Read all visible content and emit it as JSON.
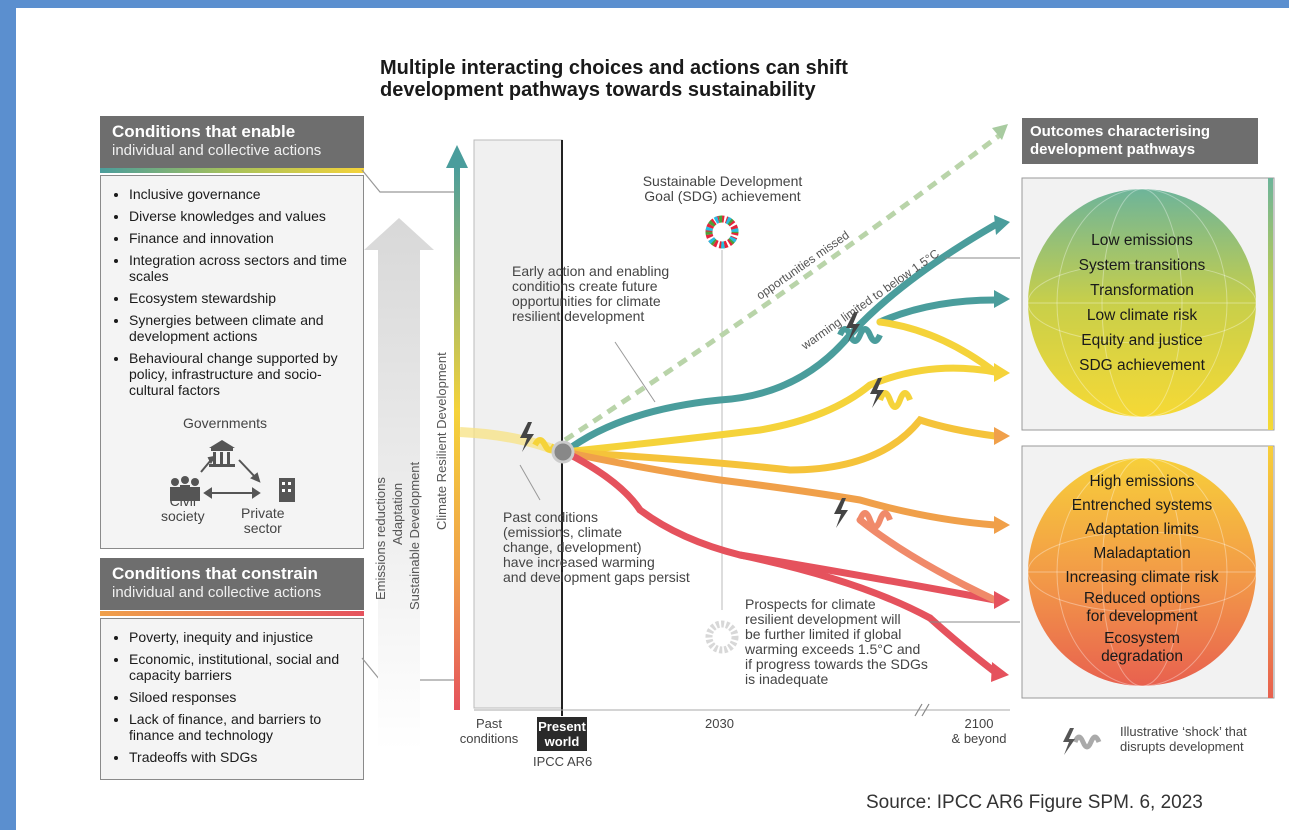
{
  "title_lines": [
    "Multiple interacting choices and actions can shift",
    "development pathways towards sustainability"
  ],
  "enable": {
    "heading": "Conditions that enable",
    "subheading": "individual and collective actions",
    "items": [
      "Inclusive governance",
      "Diverse knowledges and values",
      "Finance and innovation",
      "Integration across sectors and time scales",
      "Ecosystem stewardship",
      "Synergies between climate and development actions",
      "Behavioural change supported by policy, infrastructure and socio-cultural factors"
    ],
    "actors": {
      "top": "Governments",
      "left_line1": "Civil",
      "left_line2": "society",
      "right_line1": "Private",
      "right_line2": "sector"
    }
  },
  "constrain": {
    "heading": "Conditions that constrain",
    "subheading": "individual and collective actions",
    "items": [
      "Poverty, inequity and injustice",
      "Economic, institutional, social and capacity barriers",
      "Siloed responses",
      "Lack of finance, and barriers to finance and technology",
      "Tradeoffs with SDGs"
    ]
  },
  "vertical_labels": [
    "Emissions reductions",
    "Adaptation",
    "Sustainable Development",
    "Climate Resilient Development"
  ],
  "annotations": {
    "sdg_line1": "Sustainable Development",
    "sdg_line2": "Goal (SDG) achievement",
    "opportunities_missed": "opportunities missed",
    "warming_limited": "warming limited to below 1.5°C",
    "early_action": [
      "Early action and enabling",
      "conditions create future",
      "opportunities for climate",
      "resilient development"
    ],
    "past_conditions": [
      "Past conditions",
      "(emissions, climate",
      "change, development)",
      "have increased warming",
      "and development gaps persist"
    ],
    "prospects": [
      "Prospects for climate",
      "resilient development will",
      "be further limited if global",
      "warming exceeds 1.5°C and",
      "if progress towards the SDGs",
      "is inadequate"
    ]
  },
  "timeline": {
    "past_line1": "Past",
    "past_line2": "conditions",
    "present_line1": "Present",
    "present_line2": "world",
    "ipcc": "IPCC AR6",
    "mid": "2030",
    "end_line1": "2100",
    "end_line2": "& beyond"
  },
  "outcomes": {
    "heading_line1": "Outcomes characterising",
    "heading_line2": "development pathways",
    "good": [
      "Low emissions",
      "System transitions",
      "Transformation",
      "Low climate risk",
      "Equity and justice",
      "SDG achievement"
    ],
    "bad": [
      "High emissions",
      "Entrenched systems",
      "Adaptation limits",
      "Maladaptation",
      "Increasing climate risk",
      "Reduced options",
      "for development",
      "Ecosystem",
      "degradation"
    ]
  },
  "legend": {
    "line1": "Illustrative ‘shock’ that",
    "line2": "disrupts development"
  },
  "source": "Source: IPCC AR6  Figure SPM. 6, 2023",
  "colors": {
    "teal": "#4a9d9c",
    "yellow": "#f5d33a",
    "orange": "#f0a04a",
    "red": "#e5525d",
    "grey_header": "#6e6e6e",
    "frame_blue": "#5b8fcf"
  }
}
